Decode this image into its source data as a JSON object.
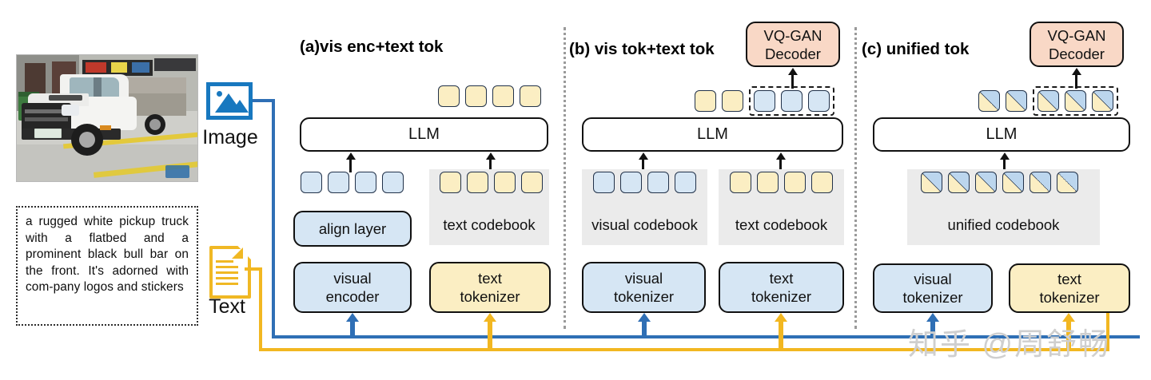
{
  "figure": {
    "watermark": "知乎 @周舒畅"
  },
  "inputs": {
    "image": {
      "label": "Image",
      "icon": "image-mountain-icon",
      "color": "#1878bf"
    },
    "text": {
      "label": "Text",
      "icon": "document-icon",
      "color": "#f0b824",
      "caption": "a rugged white pickup truck with a flatbed and a prominent black bull bar on the front. It's adorned with com-pany logos and stickers"
    },
    "photo_alt": "white pickup truck with black bull bar parked in a lot"
  },
  "colors": {
    "token_blue_fill": "#d6e6f4",
    "token_yellow_fill": "#fbeec3",
    "token_border": "#22324a",
    "codebook_bg": "#ebebeb",
    "peach_fill": "#f9d8c6",
    "image_bus": "#2f6fb5",
    "text_bus": "#f2b721",
    "separator": "#9a9a9a"
  },
  "panels": [
    {
      "id": "a",
      "title": "(a)vis enc+text tok",
      "llm_label": "LLM",
      "output_tokens": [
        "y",
        "y",
        "y",
        "y"
      ],
      "output_dashed_from": null,
      "decoder": null,
      "input_groups": [
        {
          "tokens": [
            "b",
            "b",
            "b",
            "b"
          ],
          "shaded": false,
          "module_label": "align layer",
          "module_color": "blue"
        },
        {
          "tokens": [
            "y",
            "y",
            "y",
            "y"
          ],
          "shaded": true,
          "module_label": "text codebook",
          "module_color": "codebook"
        }
      ],
      "bottom_boxes": [
        {
          "label": "visual encoder",
          "lines": [
            "visual",
            "encoder"
          ],
          "color": "blue",
          "feed": "image"
        },
        {
          "label": "text tokenizer",
          "lines": [
            "text",
            "tokenizer"
          ],
          "color": "yellow",
          "feed": "text"
        }
      ]
    },
    {
      "id": "b",
      "title": "(b) vis tok+text tok",
      "llm_label": "LLM",
      "output_tokens": [
        "y",
        "y",
        "b",
        "b",
        "b"
      ],
      "output_dashed_from": 2,
      "decoder": {
        "lines": [
          "VQ-GAN",
          "Decoder"
        ],
        "color": "peach"
      },
      "input_groups": [
        {
          "tokens": [
            "b",
            "b",
            "b",
            "b"
          ],
          "shaded": true,
          "module_label": "visual codebook",
          "module_color": "codebook"
        },
        {
          "tokens": [
            "y",
            "y",
            "y",
            "y"
          ],
          "shaded": true,
          "module_label": "text codebook",
          "module_color": "codebook"
        }
      ],
      "bottom_boxes": [
        {
          "label": "visual tokenizer",
          "lines": [
            "visual",
            "tokenizer"
          ],
          "color": "blue",
          "feed": "image"
        },
        {
          "label": "text tokenizer",
          "lines": [
            "text",
            "tokenizer"
          ],
          "color": "blue",
          "feed": "text"
        }
      ]
    },
    {
      "id": "c",
      "title": "(c) unified tok",
      "llm_label": "LLM",
      "output_tokens": [
        "s",
        "s",
        "s",
        "s",
        "s"
      ],
      "output_dashed_from": 2,
      "decoder": {
        "lines": [
          "VQ-GAN",
          "Decoder"
        ],
        "color": "peach"
      },
      "input_groups": [
        {
          "tokens": [
            "s",
            "s",
            "s",
            "s",
            "s",
            "s"
          ],
          "shaded": true,
          "module_label": "unified codebook",
          "module_color": "codebook"
        }
      ],
      "bottom_boxes": [
        {
          "label": "visual tokenizer",
          "lines": [
            "visual",
            "tokenizer"
          ],
          "color": "blue",
          "feed": "image"
        },
        {
          "label": "text tokenizer",
          "lines": [
            "text",
            "tokenizer"
          ],
          "color": "yellow",
          "feed": "text"
        }
      ]
    }
  ]
}
